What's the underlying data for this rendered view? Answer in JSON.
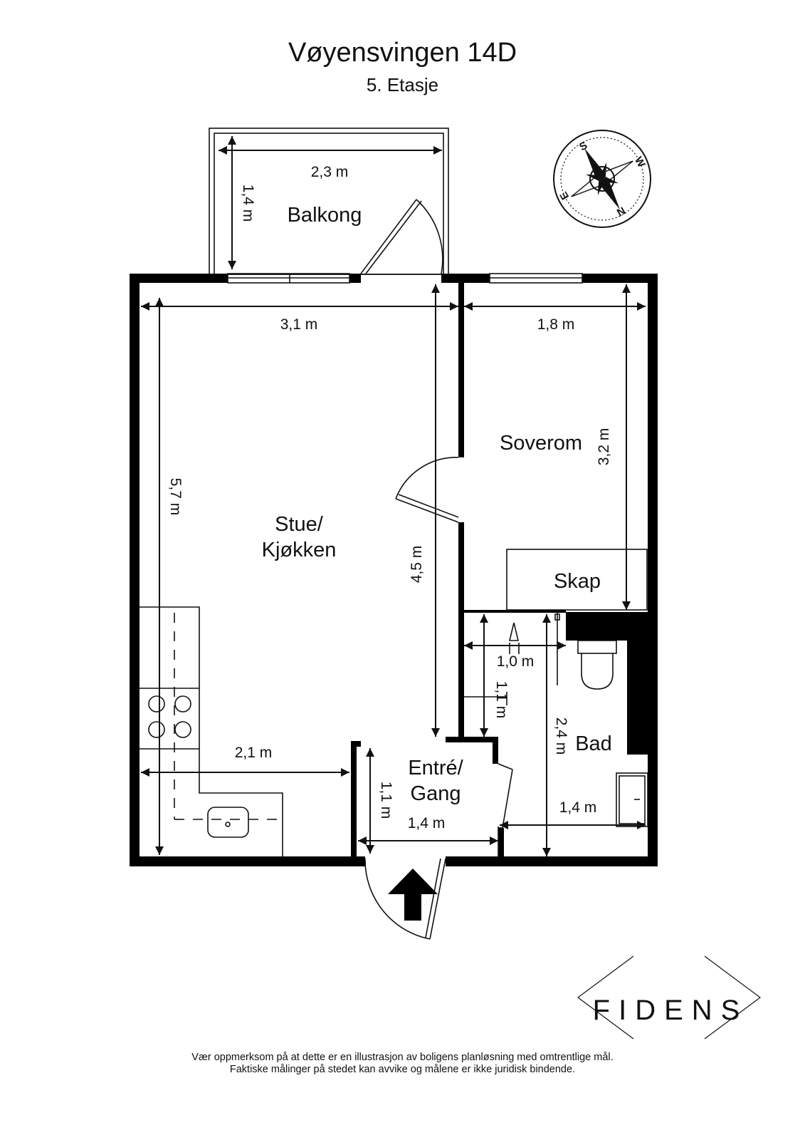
{
  "header": {
    "title": "Vøyensvingen 14D",
    "subtitle": "5. Etasje"
  },
  "rooms": {
    "balcony": "Balkong",
    "living_line1": "Stue/",
    "living_line2": "Kjøkken",
    "bedroom": "Soverom",
    "closet": "Skap",
    "entry_line1": "Entré/",
    "entry_line2": "Gang",
    "bath": "Bad"
  },
  "dimensions": {
    "balcony_width": "2,3 m",
    "balcony_depth": "1,4 m",
    "living_width": "3,1 m",
    "living_depth": "5,7 m",
    "living_inner_depth": "4,5 m",
    "kitchen_width": "2,1 m",
    "bedroom_width": "1,8 m",
    "bedroom_depth": "3,2 m",
    "wc_width": "1,0 m",
    "wc_depth": "1,1 m",
    "bath_depth": "2,4 m",
    "bath_width": "1,4 m",
    "entry_depth": "1,1 m",
    "entry_width": "1,4 m"
  },
  "compass": {
    "north": "N",
    "south": "S",
    "east": "E",
    "west": "W",
    "icon": "compass-rose-icon"
  },
  "entrance_icon": "entrance-arrow-icon",
  "brand": {
    "logo": "FIDENS"
  },
  "footer": {
    "line1": "Vær oppmerksom på at dette er en illustrasjon av boligens planløsning med omtrentlige mål.",
    "line2": "Faktiske målinger på stedet kan avvike og målene er ikke juridisk bindende."
  },
  "colors": {
    "wall": "#000000",
    "line": "#111111",
    "background": "#ffffff"
  }
}
